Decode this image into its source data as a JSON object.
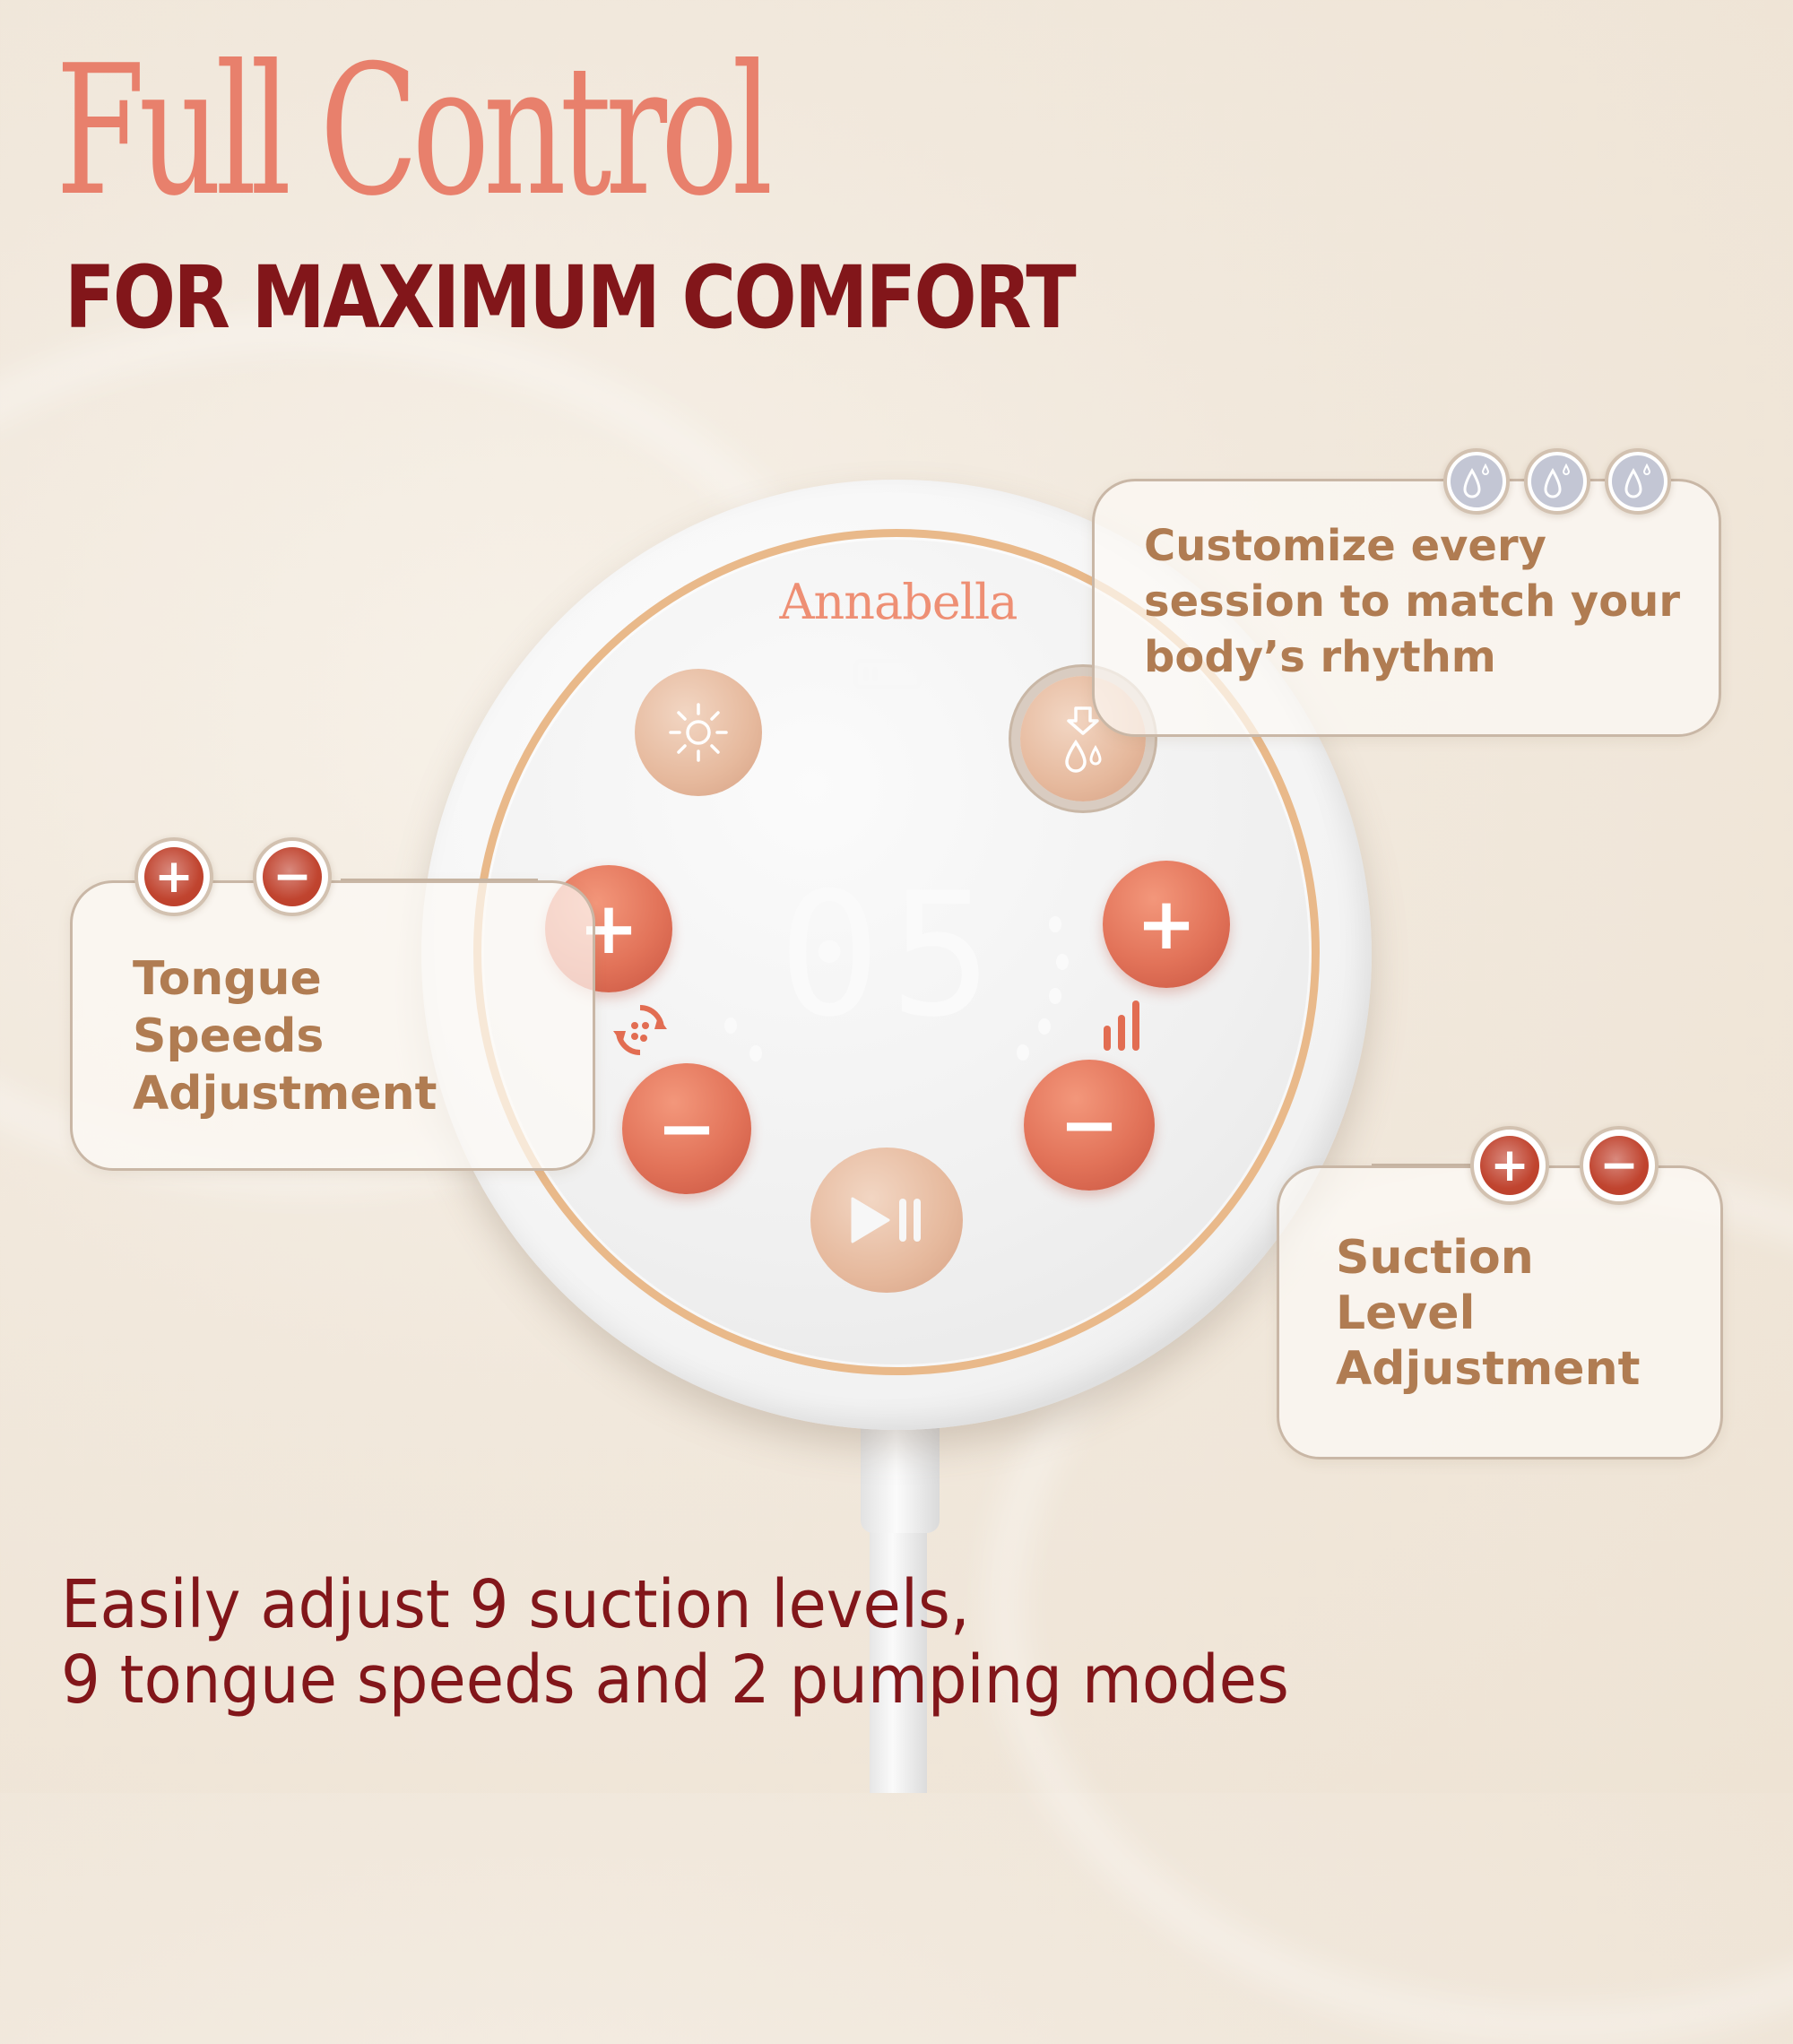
{
  "header": {
    "title": "Full Control",
    "subtitle": "FOR MAXIMUM COMFORT"
  },
  "device": {
    "brand": "Annabella",
    "display_value": "05",
    "battery_icon": "battery-low-icon",
    "buttons": {
      "light": {
        "icon": "sun-icon",
        "symbol": "☼"
      },
      "mode": {
        "icon": "drop-mode-icon",
        "symbol": "⇩"
      },
      "tongue_plus": {
        "icon": "plus-icon",
        "symbol": "+"
      },
      "tongue_minus": {
        "icon": "minus-icon",
        "symbol": "−"
      },
      "suction_plus": {
        "icon": "plus-icon",
        "symbol": "+"
      },
      "suction_minus": {
        "icon": "minus-icon",
        "symbol": "−"
      },
      "play_pause": {
        "icon": "play-pause-icon",
        "symbol": "▶❚❚"
      }
    },
    "tongue_indicator_icon": "cycle-icon",
    "suction_indicator_icon": "signal-bars-icon"
  },
  "callouts": {
    "modes": {
      "text": "Customize every\nsession to match your\nbody’s rhythm",
      "icons": [
        "drop-icon",
        "drop-icon",
        "drop-icon"
      ],
      "icon_symbol": "💧"
    },
    "tongue": {
      "text": "Tongue\nSpeeds\nAdjustment",
      "plus": "+",
      "minus": "−"
    },
    "suction": {
      "text": "Suction\nLevel\nAdjustment",
      "plus": "+",
      "minus": "−"
    }
  },
  "footer": {
    "line1": "Easily adjust 9 suction levels,",
    "line2": "9 tongue speeds and 2 pumping modes"
  },
  "colors": {
    "title": "#e8806c",
    "subtitle": "#82161a",
    "callout_text": "#b07c52",
    "button_red": "#c0442f",
    "button_coral": "#e27359",
    "button_peach": "#e6b99d",
    "drop_icon_bg": "#c3c6d4",
    "ring_accent": "#e9b98a"
  }
}
